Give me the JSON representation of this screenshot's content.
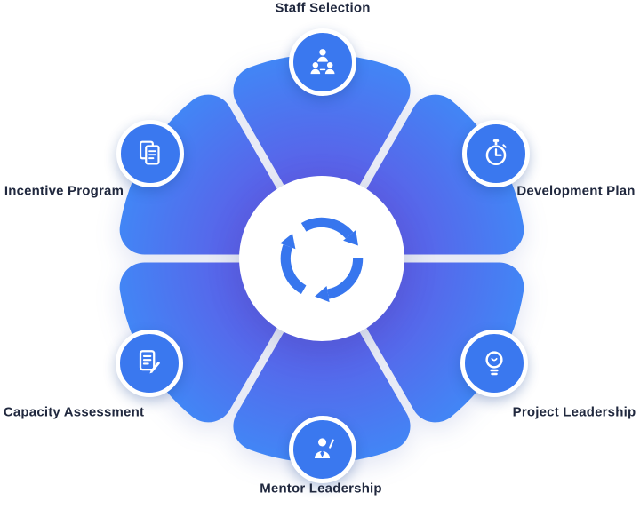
{
  "diagram": {
    "name": "staff-development-cycle",
    "center_icon": "cycle-arrows-icon",
    "colors": {
      "petal_inner": "#6A57E9",
      "petal_mid": "#5B61E8",
      "petal_outer": "#4187F6",
      "node_circle": "#3A78EF",
      "icon_glyph": "#FFFFFF",
      "center_circle": "#FFFFFF",
      "cycle_icon": "#3776EE",
      "label_text": "#20283E"
    }
  },
  "items": [
    {
      "label": "Staff Selection",
      "icon": "staff-selection-icon",
      "position": "top"
    },
    {
      "label": "Development Plan",
      "icon": "stopwatch-icon",
      "position": "top-right"
    },
    {
      "label": "Project Leadership",
      "icon": "lightbulb-icon",
      "position": "bottom-right"
    },
    {
      "label": "Mentor Leadership",
      "icon": "mentor-person-icon",
      "position": "bottom"
    },
    {
      "label": "Capacity Assessment",
      "icon": "document-pencil-icon",
      "position": "bottom-left"
    },
    {
      "label": "Incentive Program",
      "icon": "documents-icon",
      "position": "top-left"
    }
  ]
}
